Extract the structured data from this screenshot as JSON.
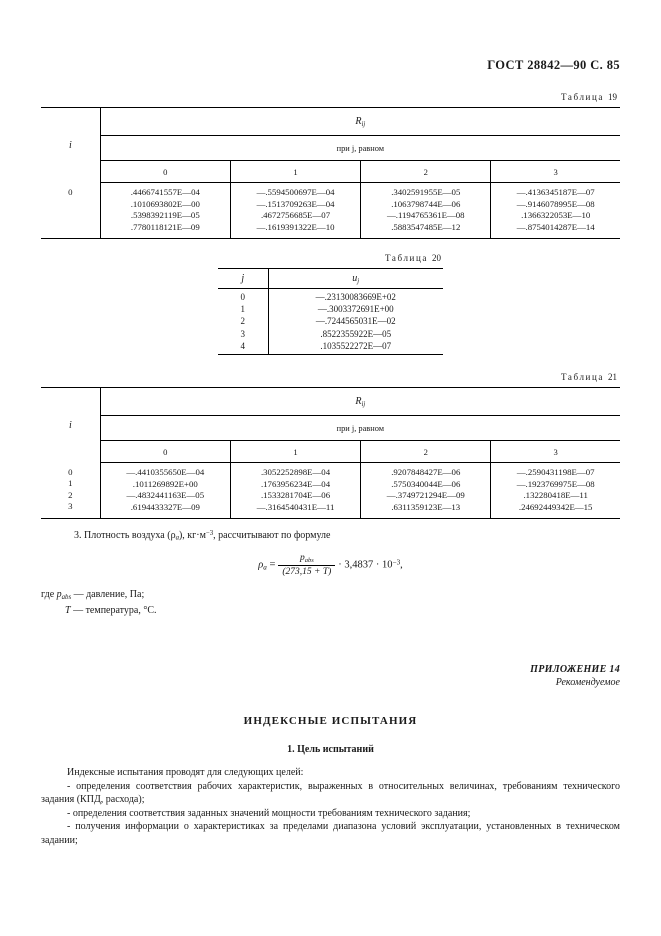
{
  "header": {
    "standard_line": "ГОСТ 28842—90 С. 85"
  },
  "table19": {
    "caption": "Таблица",
    "caption_number": "19",
    "col_i_label": "i",
    "group_label": "R",
    "group_sub": "ij",
    "subheader": "при j, равном",
    "col_labels": [
      "0",
      "1",
      "2",
      "3"
    ],
    "row_index": "0",
    "columns": [
      [
        ".4466741557E—04",
        ".1010693802E—00",
        ".5398392119E—05",
        ".7780118121E—09"
      ],
      [
        "—.5594500697E—04",
        "—.1513709263E—04",
        ".4672756685E—07",
        "—.1619391322E—10"
      ],
      [
        ".3402591955E—05",
        ".1063798744E—06",
        "—.1194765361E—08",
        ".5883547485E—12"
      ],
      [
        "—.4136345187E—07",
        "—.9146078995E—08",
        ".1366322053E—10",
        "—.8754014287E—14"
      ]
    ]
  },
  "table20": {
    "caption": "Таблица",
    "caption_number": "20",
    "col_j_label": "j",
    "col_u_label": "u",
    "col_u_sub": "j",
    "rows": [
      {
        "j": "0",
        "u": "—.23130083669E+02"
      },
      {
        "j": "1",
        "u": "—.3003372691E+00"
      },
      {
        "j": "2",
        "u": "—.7244565031E—02"
      },
      {
        "j": "3",
        "u": ".8522355922E—05"
      },
      {
        "j": "4",
        "u": ".1035522272E—07"
      }
    ]
  },
  "table21": {
    "caption": "Таблица",
    "caption_number": "21",
    "col_i_label": "i",
    "group_label": "R",
    "group_sub": "ij",
    "subheader": "при j, равном",
    "col_labels": [
      "0",
      "1",
      "2",
      "3"
    ],
    "row_indices": [
      "0",
      "1",
      "2",
      "3"
    ],
    "columns": [
      [
        "—.4410355650E—04",
        ".1011269892E+00",
        "—.4832441163E—05",
        ".6194433327E—09"
      ],
      [
        ".3052252898E—04",
        ".1763956234E—04",
        ".1533281704E—06",
        "—.3164540431E—11"
      ],
      [
        ".9207848427E—06",
        ".5750340044E—06",
        "—.3749721294E—09",
        ".6311359123E—13"
      ],
      [
        "—.2590431198E—07",
        "—.1923769975E—08",
        ".132280418E—11",
        ".24692449342E—15"
      ]
    ]
  },
  "note3": {
    "number": "3.",
    "text_before": "Плотность воздуха (ρ",
    "rho_sub": "a",
    "text_after": "), кг·м",
    "unit_sup": "−3",
    "text_end": ", рассчитывают по формуле"
  },
  "formula": {
    "lhs": "ρ",
    "lhs_sub": "a",
    "equals": "=",
    "numerator": "p",
    "numerator_sub": "abs",
    "denominator": "(273,15 + T)",
    "multiplier": "· 3,4837 · 10",
    "multiplier_sup": "−3",
    "trailing": ","
  },
  "where": {
    "line1_prefix": "где",
    "line1_symbol": "p",
    "line1_symbol_sub": "abs",
    "line1_text": "— давление, Па;",
    "line2_symbol": "T",
    "line2_text": "— температура, °C."
  },
  "appendix": {
    "label": "ПРИЛОЖЕНИЕ 14",
    "kind": "Рекомендуемое"
  },
  "section": {
    "title": "ИНДЕКСНЫЕ ИСПЫТАНИЯ",
    "subtitle": "1. Цель испытаний",
    "paragraphs": [
      "Индексные испытания проводят для следующих целей:",
      "- определения соответствия рабочих характеристик, выраженных в относительных величинах, требованиям технического задания (КПД, расхода);",
      "- определения соответствия заданных значений мощности требованиям технического задания;",
      "- получения информации о характеристиках за пределами диапазона условий эксплуатации, установленных в техническом задании;"
    ]
  }
}
